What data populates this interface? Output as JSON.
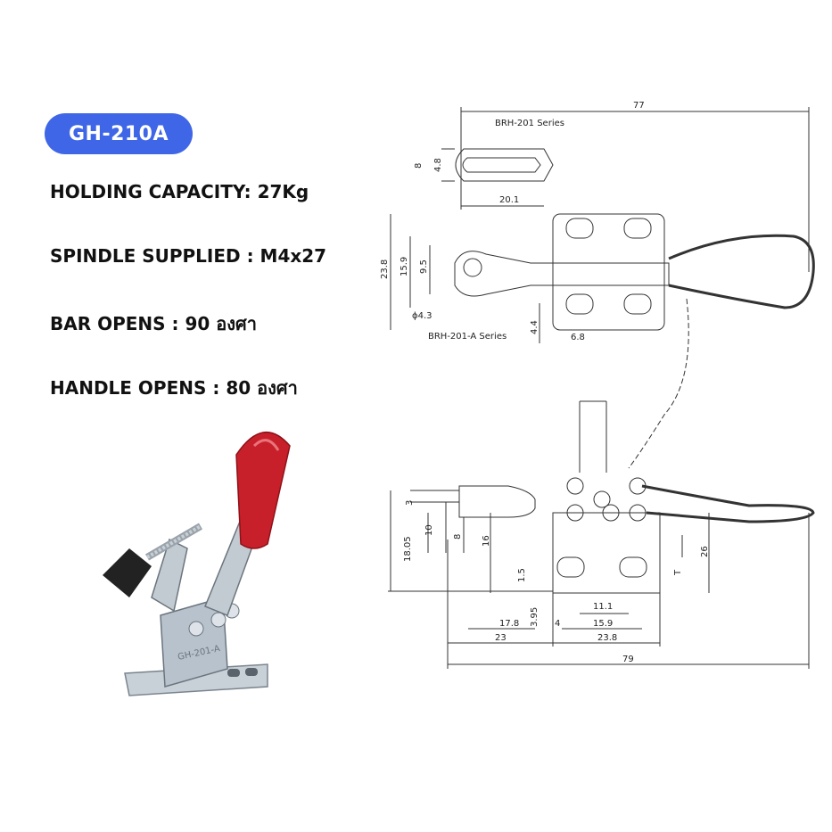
{
  "badge": {
    "model": "GH-210A",
    "color": "#3f66e6"
  },
  "specs": [
    {
      "text": "HOLDING CAPACITY: 27Kg"
    },
    {
      "text": "SPINDLE SUPPLIED : M4x27"
    },
    {
      "text": "BAR OPENS : 90 องศา"
    },
    {
      "text": "HANDLE OPENS : 80 องศา"
    }
  ],
  "photo": {
    "handle_color": "#c8202a",
    "body_color": "#b8c2cc",
    "stamp_text": "GH-201-A"
  },
  "drawing": {
    "top_view": {
      "overall_width": "77",
      "series_label_top": "BRH-201 Series",
      "slot_width": "8",
      "slot_inner": "4.8",
      "arm_offset": "20.1",
      "height": "23.8",
      "inner_height": "15.9",
      "pad_height": "9.5",
      "hole": "ϕ4.3",
      "series_label_bottom": "BRH-201-A Series",
      "base_thickness": "4.4",
      "slot_length": "6.8"
    },
    "side_view": {
      "dim_3": "3",
      "dim_10": "10",
      "dim_8": "8",
      "dim_16": "16",
      "dim_18_05": "18.05",
      "dim_1_5": "1.5",
      "dim_3_95": "3.95",
      "dim_26": "26",
      "dim_T": "T",
      "dim_11_1": "11.1",
      "dim_15_9": "15.9",
      "dim_17_8": "17.8",
      "dim_4": "4",
      "dim_23": "23",
      "dim_23_8": "23.8",
      "dim_79": "79"
    }
  }
}
